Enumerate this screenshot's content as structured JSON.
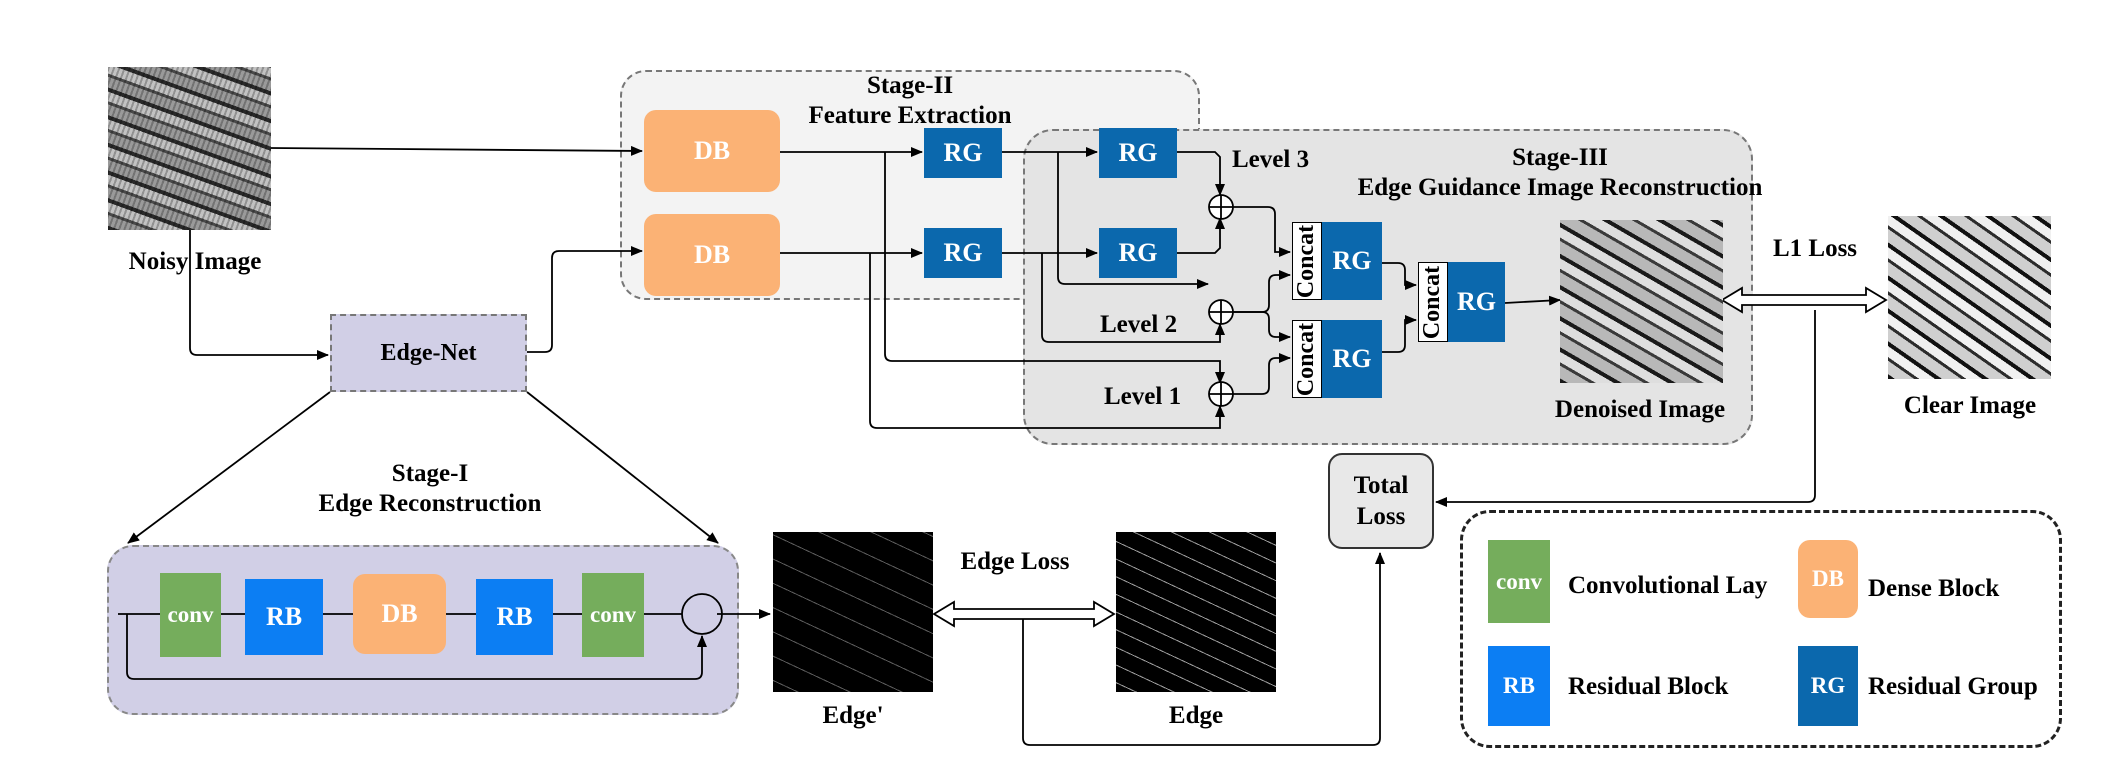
{
  "stage2": {
    "title": "Stage-II",
    "subtitle": "Feature Extraction"
  },
  "stage3": {
    "title": "Stage-III",
    "subtitle": "Edge Guidance Image Reconstruction"
  },
  "stage1": {
    "title": "Stage-I",
    "subtitle": "Edge Reconstruction"
  },
  "images": {
    "noisy": "Noisy Image",
    "denoised": "Denoised Image",
    "clear": "Clear Image",
    "edge_pred": "Edge'",
    "edge_gt": "Edge"
  },
  "blocks": {
    "db": "DB",
    "rg": "RG",
    "rb": "RB",
    "conv": "conv",
    "concat": "Concat",
    "edge_net": "Edge-Net",
    "total_loss_line1": "Total",
    "total_loss_line2": "Loss"
  },
  "levels": {
    "level1": "Level 1",
    "level2": "Level 2",
    "level3": "Level 3"
  },
  "losses": {
    "l1": "L1 Loss",
    "edge": "Edge Loss"
  },
  "legend": {
    "items": [
      {
        "abbr": "conv",
        "label": "Convolutional Lay",
        "color": "#75ad5c"
      },
      {
        "abbr": "DB",
        "label": "Dense Block",
        "color": "#fbb275"
      },
      {
        "abbr": "RB",
        "label": "Residual Block",
        "color": "#0c7ef3"
      },
      {
        "abbr": "RG",
        "label": "Residual Group",
        "color": "#0b68ad"
      }
    ]
  }
}
